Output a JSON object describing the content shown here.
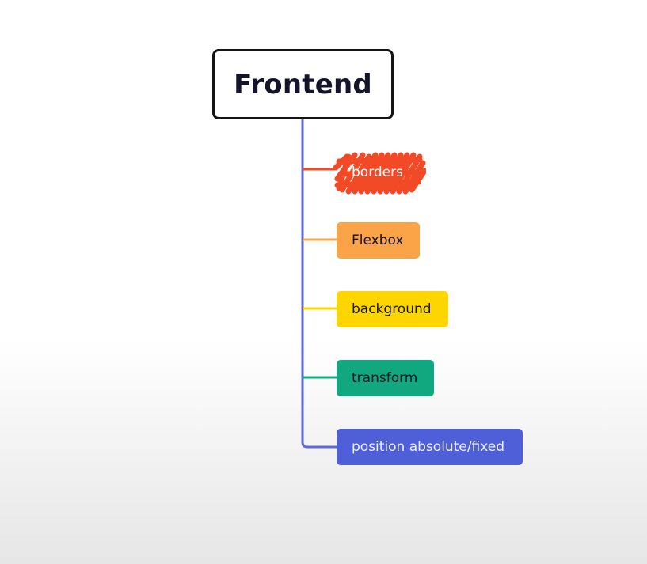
{
  "root": {
    "label": "Frontend"
  },
  "children": [
    {
      "label": "borders",
      "color": "#f24a26",
      "text_color": "#ffffff",
      "style": "scribble"
    },
    {
      "label": "Flexbox",
      "color": "#fba347",
      "text_color": "#14142a"
    },
    {
      "label": "background",
      "color": "#fdd600",
      "text_color": "#14142a"
    },
    {
      "label": "transform",
      "color": "#12a87f",
      "text_color": "#14142a"
    },
    {
      "label": "position absolute/fixed",
      "color": "#4f5fd8",
      "text_color": "#eef0ff"
    }
  ],
  "trunk_color": "#5b6bdc"
}
